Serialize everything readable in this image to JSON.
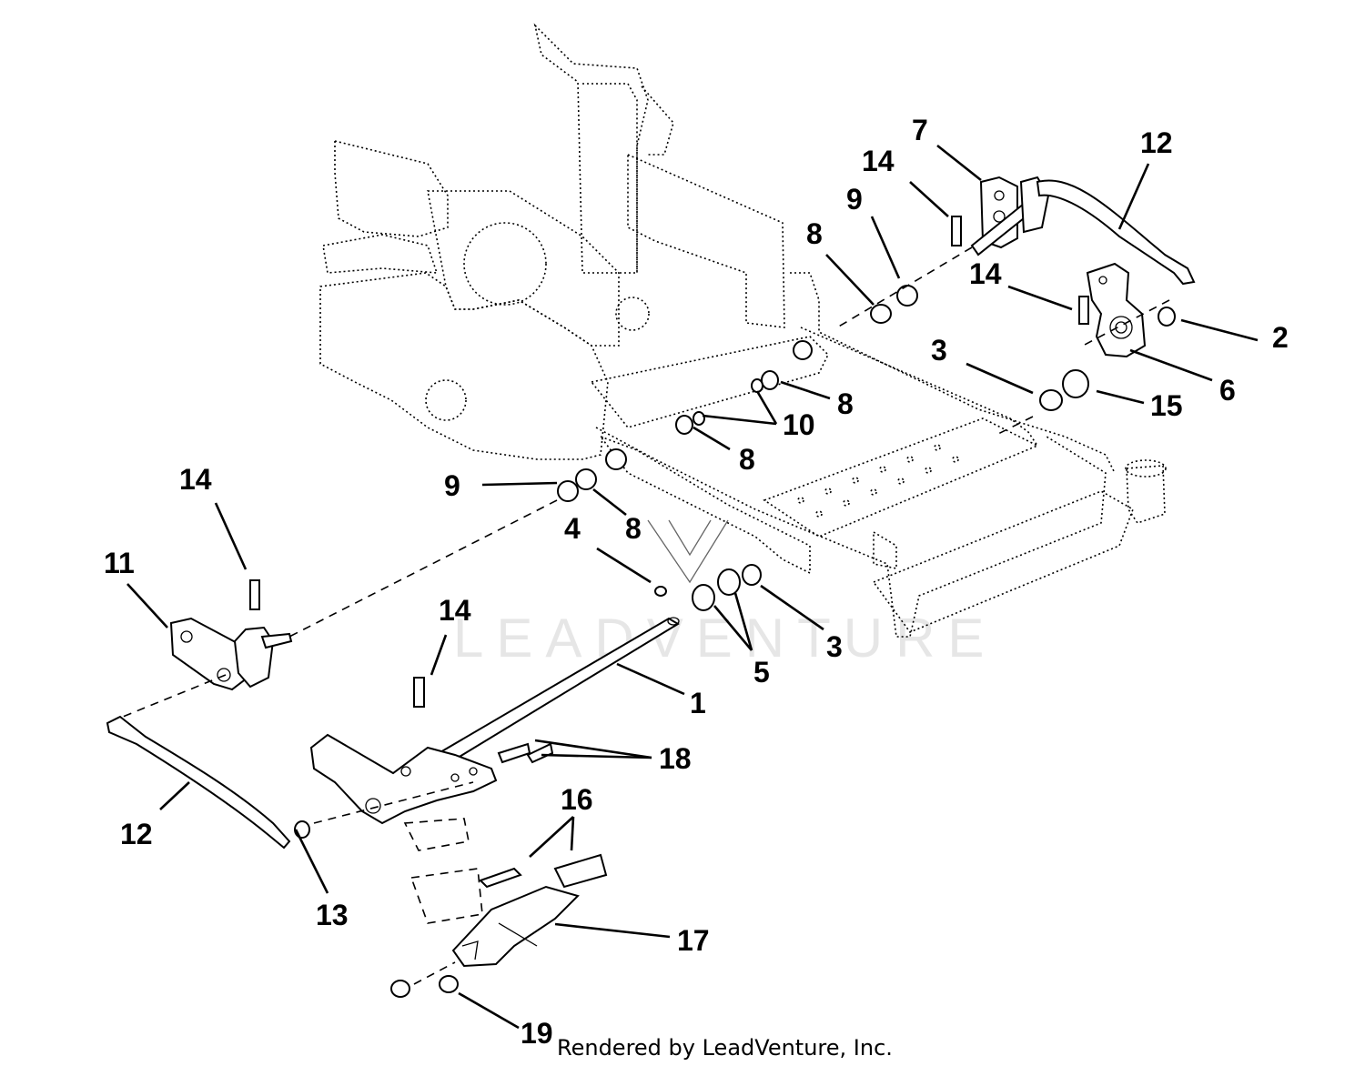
{
  "callouts": {
    "c1": "1",
    "c2": "2",
    "c3a": "3",
    "c3b": "3",
    "c4": "4",
    "c5": "5",
    "c6": "6",
    "c7": "7",
    "c8a": "8",
    "c8b": "8",
    "c8c": "8",
    "c8d": "8",
    "c9a": "9",
    "c9b": "9",
    "c10": "10",
    "c11": "11",
    "c12a": "12",
    "c12b": "12",
    "c13": "13",
    "c14a": "14",
    "c14b": "14",
    "c14c": "14",
    "c14d": "14",
    "c15": "15",
    "c16": "16",
    "c17": "17",
    "c18": "18",
    "c19": "19"
  },
  "footer": {
    "credit": "Rendered by LeadVenture, Inc."
  },
  "watermark": {
    "text": "LEADVENTURE"
  }
}
